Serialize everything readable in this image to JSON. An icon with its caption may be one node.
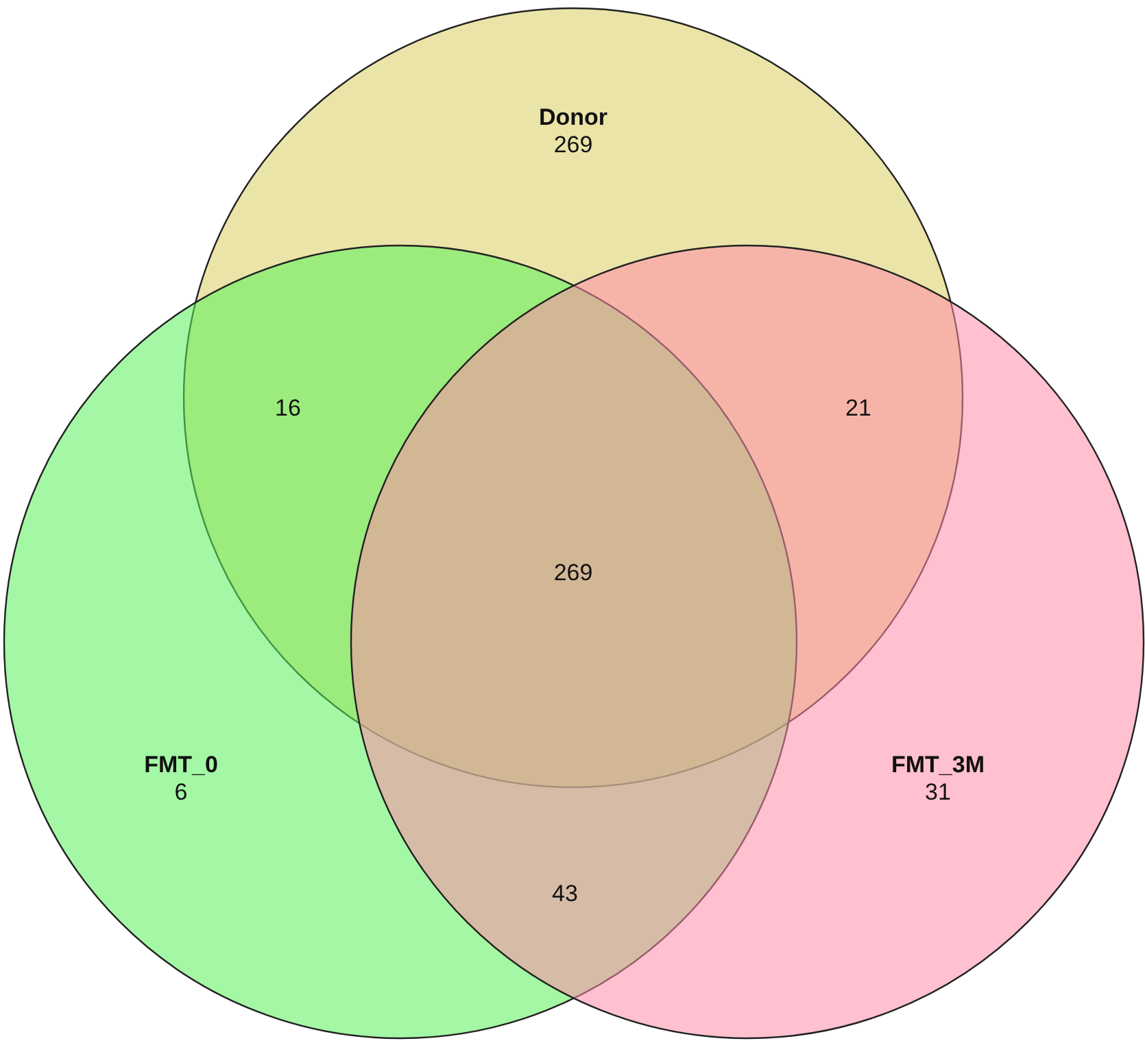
{
  "diagram": {
    "nodes": [
      {
        "text": [
          "Donor",
          "269"
        ]
      },
      {
        "text": [
          "FMT_0",
          "6"
        ]
      },
      {
        "text": [
          "FMT_3M",
          "31"
        ]
      }
    ],
    "labels": [
      "16",
      "21",
      "269",
      "43"
    ]
  }
}
